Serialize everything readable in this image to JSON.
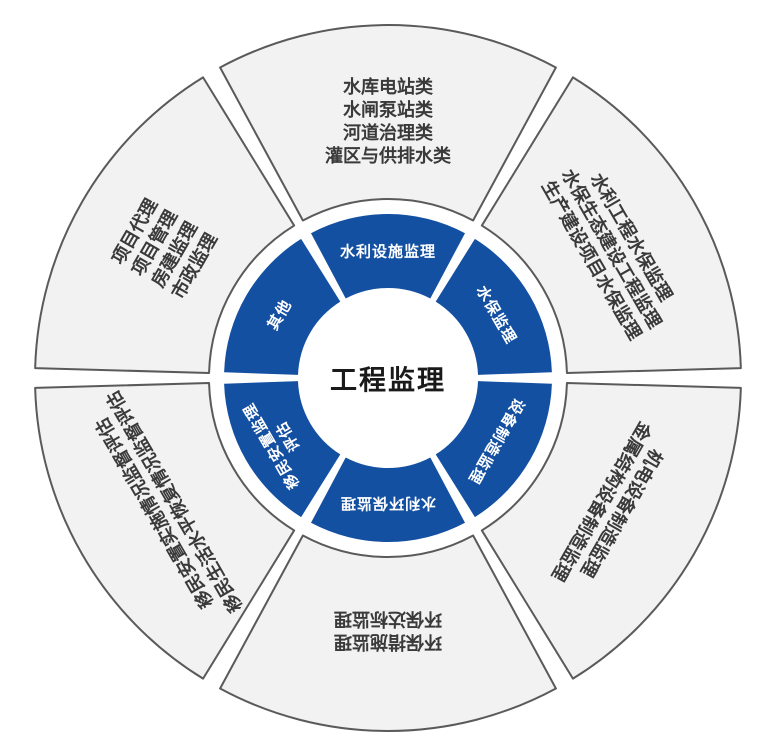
{
  "center": {
    "label": "工程监理"
  },
  "colors": {
    "ring_blue": "#1450A2",
    "segment_fill": "#F2F2F2",
    "segment_border": "#5A5A5A",
    "inner_text": "#FFFFFF",
    "outer_text": "#3A3A3A",
    "center_text": "#1A1A1A"
  },
  "inner_segments": [
    {
      "position": "top",
      "lines": [
        "水利设施监理"
      ]
    },
    {
      "position": "upper-right",
      "lines": [
        "水保监理"
      ]
    },
    {
      "position": "lower-right",
      "lines": [
        "设备制造监理"
      ]
    },
    {
      "position": "bottom",
      "lines": [
        "水利环保监理"
      ]
    },
    {
      "position": "lower-left",
      "lines": [
        "移民安置监理",
        "评估"
      ]
    },
    {
      "position": "upper-left",
      "lines": [
        "其他"
      ]
    }
  ],
  "outer_segments": [
    {
      "position": "top",
      "lines": [
        "水库电站类",
        "水闸泵站类",
        "河道治理类",
        "灌区与供排水类"
      ]
    },
    {
      "position": "upper-right",
      "lines": [
        "水利工程水保监理",
        "水保生态建设工程监理",
        "生产建设项目水保监理"
      ]
    },
    {
      "position": "lower-right",
      "lines": [
        "机电设备制造监理",
        "金属结构设备制造监理"
      ]
    },
    {
      "position": "bottom",
      "lines": [
        "环保措施监理",
        "环保达标监理"
      ]
    },
    {
      "position": "lower-left",
      "lines": [
        "移民安置实施情况监督评估",
        "移民生活水平恢复情况监督评估"
      ]
    },
    {
      "position": "upper-left",
      "lines": [
        "项目代理",
        "项目管理",
        "房建监理",
        "市政监理"
      ]
    }
  ]
}
